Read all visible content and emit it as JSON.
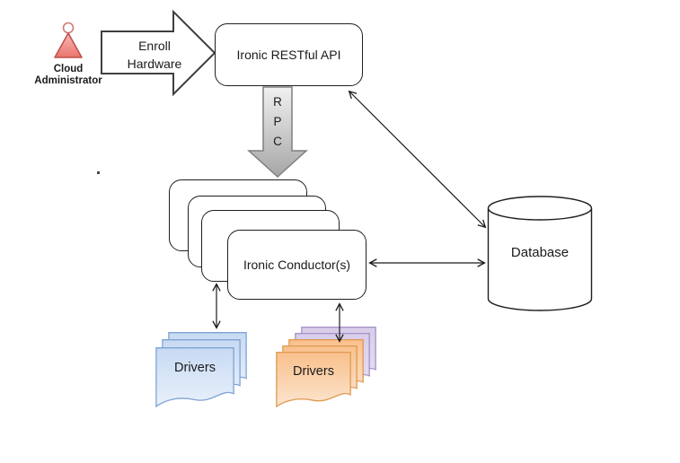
{
  "diagram": {
    "actor": {
      "name_lines": [
        "Cloud",
        "Administrator"
      ]
    },
    "enroll_arrow": {
      "label_lines": [
        "Enroll",
        "Hardware"
      ]
    },
    "api_box": {
      "label": "Ironic RESTful API"
    },
    "rpc_arrow": {
      "letters": [
        "R",
        "P",
        "C"
      ]
    },
    "conductor_box": {
      "label": "Ironic Conductor(s)",
      "stacked_copies": 4
    },
    "database": {
      "label": "Database"
    },
    "driver_stacks": [
      {
        "label": "Drivers",
        "color_theme": "blue",
        "doc_count": 3
      },
      {
        "label": "Drivers",
        "color_theme": "orange-purple",
        "doc_count": 5
      }
    ],
    "colors": {
      "actor_fill": "#f2928b",
      "actor_stroke": "#c0504d",
      "rpc_fill_top": "#f1f1f1",
      "rpc_fill_bottom": "#a6a6a6",
      "rpc_stroke": "#7f7f7f",
      "blue_doc_fill_top": "#c7daf3",
      "blue_doc_fill_bottom": "#e9f1fb",
      "blue_doc_stroke": "#7fa3d4",
      "orange_doc_fill_top": "#f9c08c",
      "orange_doc_fill_bottom": "#fce5cf",
      "orange_doc_stroke": "#de9a50",
      "purple_doc_fill": "#d8cdea",
      "purple_doc_stroke": "#a492c5",
      "connector_color": "#1a1a1a"
    }
  }
}
